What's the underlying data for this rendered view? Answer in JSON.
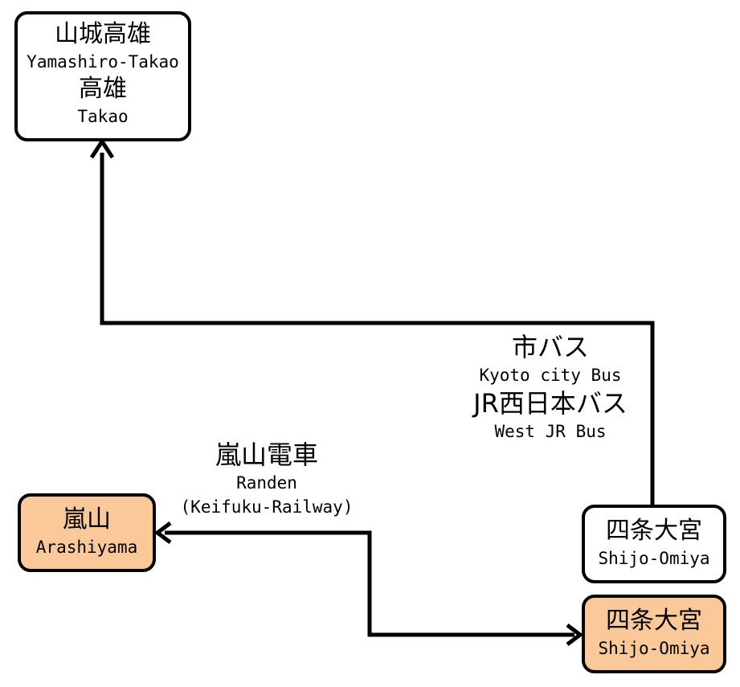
{
  "stations": {
    "takao": {
      "name1_jp": "山城高雄",
      "name1_en": "Yamashiro-Takao",
      "name2_jp": "高雄",
      "name2_en": "Takao"
    },
    "arashiyama": {
      "name_jp": "嵐山",
      "name_en": "Arashiyama"
    },
    "shijo_omiya_bus": {
      "name_jp": "四条大宮",
      "name_en": "Shijo-Omiya"
    },
    "shijo_omiya_rail": {
      "name_jp": "四条大宮",
      "name_en": "Shijo-Omiya"
    }
  },
  "routes": {
    "bus": {
      "line1_jp": "市バス",
      "line1_en": "Kyoto city Bus",
      "line2_jp": "JR西日本バス",
      "line2_en": "West JR Bus"
    },
    "rail": {
      "name_jp": "嵐山電車",
      "name_en": "Randen",
      "name_en_sub": "(Keifuku-Railway)"
    }
  },
  "colors": {
    "rail_station_fill": "#fbc999",
    "bus_station_fill": "#ffffff",
    "line": "#000000"
  }
}
